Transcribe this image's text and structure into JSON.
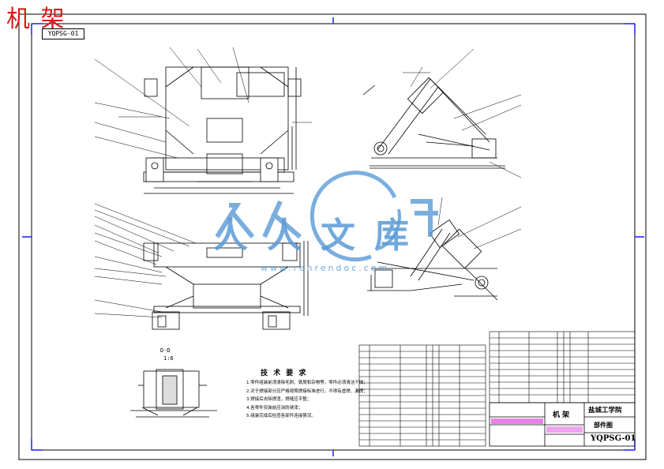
{
  "watermark": {
    "title": "机 架",
    "brand_text": "人人文库",
    "site_url": "www.renrendoc.com",
    "brand_color": "#5a9bd6"
  },
  "drawing_code": "YQPSG-01",
  "views": {
    "section_label": "D-D",
    "section_scale": "1:6"
  },
  "technical_requirements": {
    "heading": "技 术 要 求",
    "items": [
      "1.零件组装前须清除毛刺、铁屑和杂物等，零件必须清洁干燥；",
      "2.对于焊接部分应严格按照焊接标准进行，不得有虚焊、漏焊；",
      "3.焊接后去除焊渣，焊缝应平整；",
      "4.各零件安装前应涂防锈漆；",
      "5.组装完成后检查各部件连接情况。"
    ]
  },
  "title_block": {
    "part_name": "机  架",
    "school": "盐城工学院",
    "drawing_type": "部件图",
    "drawing_number": "YQPSG-01"
  },
  "colors": {
    "line": "#000000",
    "frame": "#000000",
    "border_accent": "#1a1aff",
    "stamp": "#d61cd6",
    "watermark": "#d61c1c"
  }
}
